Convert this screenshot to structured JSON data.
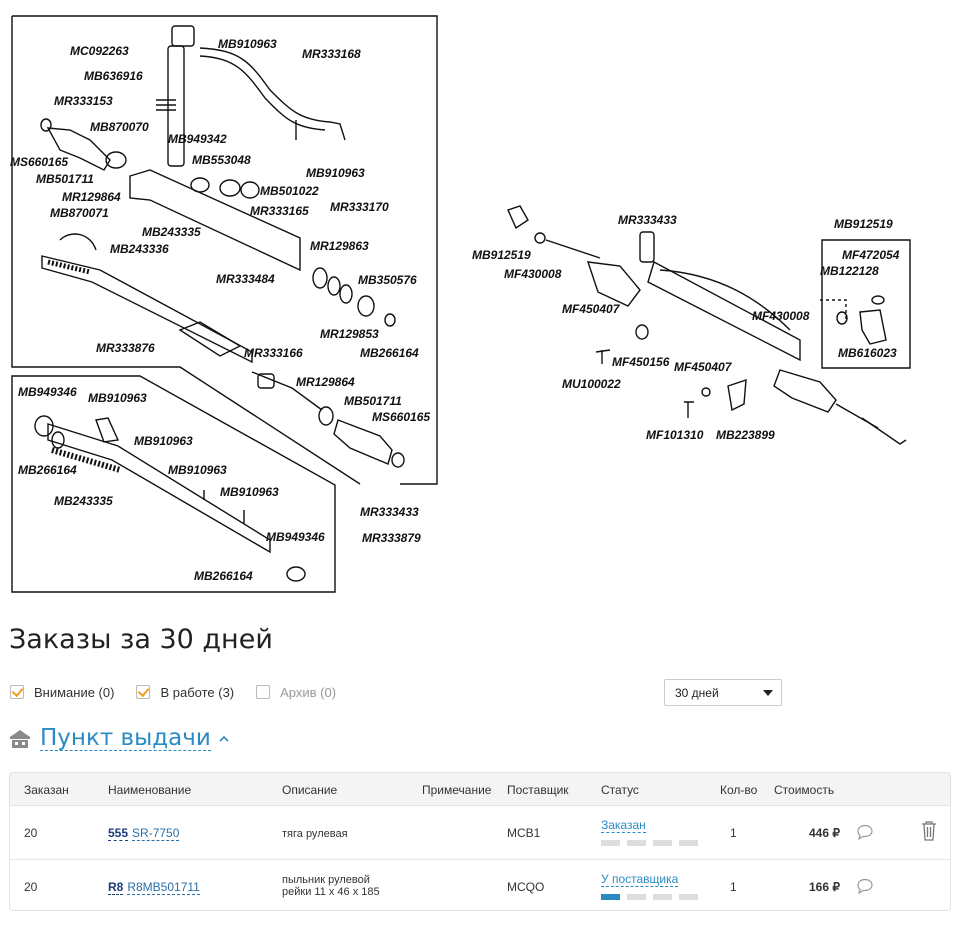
{
  "diagram": {
    "labels": {
      "mc092263": "MC092263",
      "mb910963_top": "MB910963",
      "mr333168": "MR333168",
      "mb636916": "MB636916",
      "mr333153": "MR333153",
      "mb870070": "MB870070",
      "mb949342": "MB949342",
      "ms660165_l": "MS660165",
      "mb553048": "MB553048",
      "mb501711_l": "MB501711",
      "mb910963_mid": "MB910963",
      "mb501022": "MB501022",
      "mr129864_l": "MR129864",
      "mr333170": "MR333170",
      "mb870071": "MB870071",
      "mr333165": "MR333165",
      "mb243335_l": "MB243335",
      "mb243336": "MB243336",
      "mr129863": "MR129863",
      "mr333484": "MR333484",
      "mb350576": "MB350576",
      "mr129853": "MR129853",
      "mr333876": "MR333876",
      "mr333166": "MR333166",
      "mb266164_top": "MB266164",
      "mr129864_r": "MR129864",
      "mb501711_r": "MB501711",
      "ms660165_r": "MS660165",
      "mr333433_l": "MR333433",
      "mb949346_l": "MB949346",
      "mb910963_i1": "MB910963",
      "mb910963_i2": "MB910963",
      "mb266164_i1": "MB266164",
      "mb910963_i3": "MB910963",
      "mb243335_i": "MB243335",
      "mb910963_i4": "MB910963",
      "mb949346_r": "MB949346",
      "mr333879": "MR333879",
      "mb266164_i2": "MB266164",
      "mr333433_r": "MR333433",
      "mb912519_r": "MB912519",
      "mb912519_l": "MB912519",
      "mf472054": "MF472054",
      "mb122128": "MB122128",
      "mf430008_l": "MF430008",
      "mf450407_l": "MF450407",
      "mf430008_r": "MF430008",
      "mb616023": "MB616023",
      "mf450156": "MF450156",
      "mf450407_r": "MF450407",
      "mu100022": "MU100022",
      "mf101310": "MF101310",
      "mb223899": "MB223899"
    }
  },
  "orders": {
    "title": "Заказы за 30 дней",
    "filters": [
      {
        "label": "Внимание (0)",
        "checked": true
      },
      {
        "label": "В работе (3)",
        "checked": true
      },
      {
        "label": "Архив (0)",
        "checked": false
      }
    ],
    "period_select": "30 дней",
    "pickup_label": "Пункт выдачи",
    "columns": [
      "Заказан",
      "Наименование",
      "Описание",
      "Примечание",
      "Поставщик",
      "Статус",
      "Кол-во",
      "Стоимость"
    ],
    "rows": [
      {
        "ordered": "20",
        "brand": "555",
        "part": "SR-7750",
        "desc1": "тяга рулевая",
        "desc2": "",
        "supplier": "MCB1",
        "status": "Заказан",
        "qty": "1",
        "price": "446 ₽"
      },
      {
        "ordered": "20",
        "brand": "R8",
        "part": "R8MB501711",
        "desc1": "пыльник рулевой",
        "desc2": "рейки 11 х 46 х 185",
        "supplier": "MCQO",
        "status": "У поставщика",
        "qty": "1",
        "price": "166 ₽"
      }
    ]
  },
  "colors": {
    "accent": "#2a8bc4",
    "checkbox": "#f0a020",
    "brand_link": "#1d3d7a"
  }
}
